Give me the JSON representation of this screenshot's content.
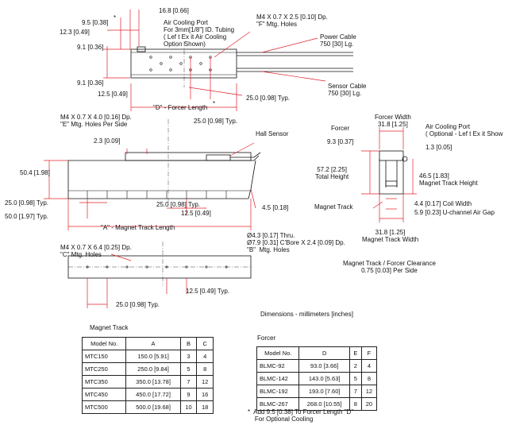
{
  "labels": {
    "asterisk_top": "*",
    "d_9_5": "9.5 [0.38]",
    "d_16_8": "16.8 [0.66]",
    "d_12_3": "12.3 [0.49]",
    "air_cooling_port": "Air Cooling Port\nFor 3mm[1/8\"] ID. Tubing\n( Lef t Ex it Air Cooling\nOption Shown)",
    "f_holes": "M4 X 0.7 X 2.5 [0.10] Dp.\n\"F\" Mtg. Holes",
    "power_cable": "Power Cable\n750 [30] Lg.",
    "d_9_1_top": "9.1 [0.36]",
    "d_9_1_bottom": "9.1 [0.36]",
    "d_12_5": "12.5 [0.49]",
    "sensor_cable": "Sensor Cable\n750 [30] Lg.",
    "forcer_length": "\"D\" - Forcer Length",
    "asterisk_d": "*",
    "d_25_typ_top": "25.0 [0.98] Typ.",
    "e_holes": "M4 X 0.7 X 4.0 [0.16] Dp.\n\"E\" Mtg. Holes Per Side",
    "d_25_typ_2": "25.0 [0.98] Typ.",
    "hall_sensor": "Hall Sensor",
    "d_2_3": "2.3 [0.09]",
    "d_50_4": "50.4 [1.98]",
    "d_25_typ_left": "25.0 [0.98] Typ.",
    "d_50_typ": "50.0 [1.97] Typ.",
    "d_25_typ_mid": "25.0 [0.98] Typ.",
    "d_12_5_mid": "12.5 [0.49]",
    "d_4_5": "4.5 [0.18]",
    "magnet_track_length": "\"A\" - Magnet Track Length",
    "c_holes": "M4 X 0.7 X 6.4 [0.25] Dp.\n\"C\" Mtg. Holes",
    "b_holes": "Ø4.3 [0.17] Thru.\nØ7.9 [0.31] C'Bore X 2.4 [0.09] Dp.\n\"B\"  Mtg. Holes",
    "d_12_5_bottom": "12.5 [0.49] Typ.",
    "d_25_typ_bottom": "25.0 [0.98] Typ.",
    "forcer_width": "Forcer Width\n31.8 [1.25]",
    "forcer": "Forcer",
    "air_cooling_port_right": "Air Cooling Port\n( Optional - Lef t Ex it Show",
    "d_9_3": "9.3 [0.37]",
    "d_1_3": "1.3 [0.05]",
    "total_height": "57.2 [2.25]\nTotal Height",
    "magnet_track_height": "46.5 [1.83]\nMagnet Track Height",
    "magnet_track": "Magnet Track",
    "coil_width": "4.4 [0.17] Coil Width",
    "air_gap": "5.9 [0.23] U-channel Air Gap",
    "magnet_track_width": "31.8 [1.25]\nMagnet Track Width",
    "clearance": "Magnet Track / Forcer Clearance\n0.75 [0.03] Per Side",
    "dimensions_note": "Dimensions - millimeters [inches]",
    "footnote": "*  Add 9.5 [0.38] To Forcer Length \"D\"\n    For Optional Cooling"
  },
  "magnet_track_table": {
    "title": "Magnet Track",
    "headers": [
      "Model No.",
      "A",
      "B",
      "C"
    ],
    "rows": [
      [
        "MTC150",
        "150.0  [5.91]",
        "3",
        "4"
      ],
      [
        "MTC250",
        "250.0  [9.84]",
        "5",
        "8"
      ],
      [
        "MTC350",
        "350.0 [13.78]",
        "7",
        "12"
      ],
      [
        "MTC450",
        "450.0 [17.72]",
        "9",
        "16"
      ],
      [
        "MTC500",
        "500.0 [19.68]",
        "10",
        "18"
      ]
    ]
  },
  "forcer_table": {
    "title": "Forcer",
    "headers": [
      "Model No.",
      "D",
      "E",
      "F"
    ],
    "rows": [
      [
        "BLMC-92",
        "93.0  [3.66]",
        "2",
        "4"
      ],
      [
        "BLMC-142",
        "143.0  [5.63]",
        "5",
        "8"
      ],
      [
        "BLMC-192",
        "193.0  [7.60]",
        "7",
        "12"
      ],
      [
        "BLMC-267",
        "268.0 [10.55]",
        "8",
        "20"
      ]
    ]
  },
  "colors": {
    "dimension_red": "#e0202a",
    "line_black": "#111111"
  }
}
